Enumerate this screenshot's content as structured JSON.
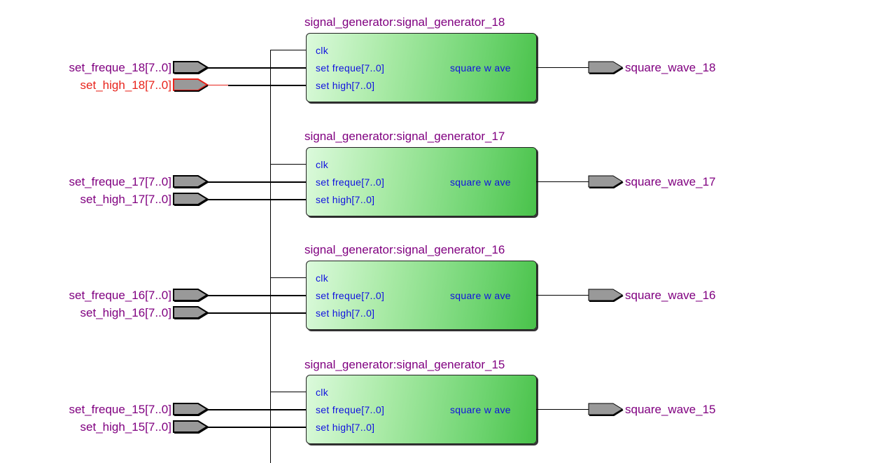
{
  "modules": [
    {
      "title": "signal_generator:signal_generator_18",
      "ports_in": [
        "clk",
        "set  freque[7..0]",
        "set  high[7..0]"
      ],
      "port_out": "square  w ave",
      "input_freque": "set_freque_18[7..0]",
      "input_high": "set_high_18[7..0]",
      "input_high_highlighted": true,
      "output": "square_wave_18"
    },
    {
      "title": "signal_generator:signal_generator_17",
      "ports_in": [
        "clk",
        "set  freque[7..0]",
        "set  high[7..0]"
      ],
      "port_out": "square  w ave",
      "input_freque": "set_freque_17[7..0]",
      "input_high": "set_high_17[7..0]",
      "input_high_highlighted": false,
      "output": "square_wave_17"
    },
    {
      "title": "signal_generator:signal_generator_16",
      "ports_in": [
        "clk",
        "set  freque[7..0]",
        "set  high[7..0]"
      ],
      "port_out": "square  w ave",
      "input_freque": "set_freque_16[7..0]",
      "input_high": "set_high_16[7..0]",
      "input_high_highlighted": false,
      "output": "square_wave_16"
    },
    {
      "title": "signal_generator:signal_generator_15",
      "ports_in": [
        "clk",
        "set  freque[7..0]",
        "set  high[7..0]"
      ],
      "port_out": "square  w ave",
      "input_freque": "set_freque_15[7..0]",
      "input_high": "set_high_15[7..0]",
      "input_high_highlighted": false,
      "output": "square_wave_15"
    }
  ],
  "colors": {
    "label": "#800080",
    "highlight": "#e8241c",
    "port_text": "#1010e0",
    "pin_fill": "#999999"
  }
}
